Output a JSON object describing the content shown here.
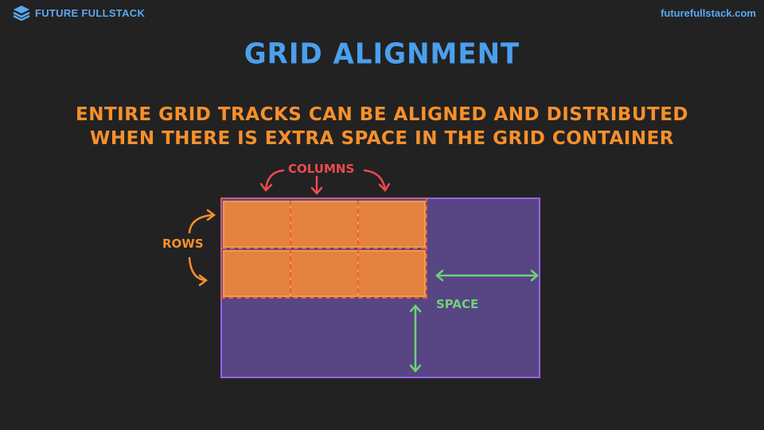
{
  "header": {
    "brand": "FUTURE FULLSTACK",
    "url": "futurefullstack.com"
  },
  "slide": {
    "title": "GRID ALIGNMENT",
    "subtitle_line1": "ENTIRE GRID TRACKS CAN BE ALIGNED AND DISTRIBUTED",
    "subtitle_line2": "WHEN THERE IS EXTRA SPACE IN THE GRID CONTAINER"
  },
  "diagram": {
    "columns_label": "COLUMNS",
    "rows_label": "ROWS",
    "space_label": "SPACE",
    "grid_columns": 3,
    "grid_rows": 2
  },
  "colors": {
    "background": "#222222",
    "brand_blue": "#5aa9f2",
    "subtitle_orange": "#f6902c",
    "container_purple": "#574584",
    "container_border": "#9463e6",
    "cell_orange": "#e4823f",
    "columns_red": "#ec4b4e",
    "space_green": "#6fd07a"
  }
}
